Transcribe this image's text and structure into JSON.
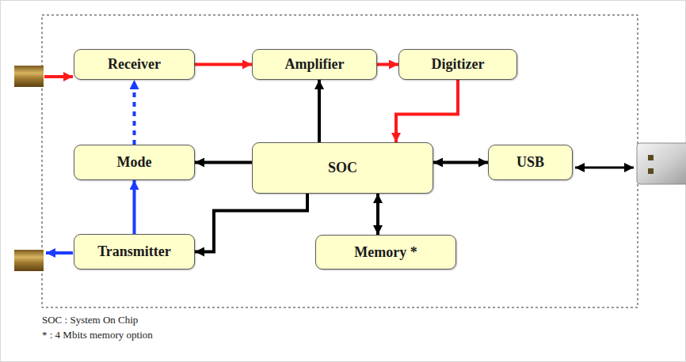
{
  "diagram": {
    "nodes": [
      {
        "text": [
          "Receiver"
        ]
      },
      {
        "text": [
          "Amplifier"
        ]
      },
      {
        "text": [
          "Digitizer"
        ]
      },
      {
        "text": [
          "Mode"
        ]
      },
      {
        "text": [
          "SOC"
        ]
      },
      {
        "text": [
          "USB"
        ]
      },
      {
        "text": [
          "Transmitter"
        ]
      },
      {
        "text": [
          "Memory *"
        ]
      }
    ],
    "edges": [
      {
        "from": 0,
        "to": 1,
        "arrow": "to"
      },
      {
        "from": 1,
        "to": 2,
        "arrow": "to"
      },
      {
        "from": 2,
        "to": 4,
        "arrow": "to"
      },
      {
        "from": 4,
        "to": 1,
        "arrow": "to"
      },
      {
        "from": 4,
        "to": 3,
        "arrow": "to"
      },
      {
        "from": 4,
        "to": 5,
        "arrow": "both"
      },
      {
        "from": 4,
        "to": 7,
        "arrow": "both"
      },
      {
        "from": 4,
        "to": 6,
        "arrow": "to"
      },
      {
        "from": 6,
        "to": 3,
        "arrow": "to"
      },
      {
        "from": 3,
        "to": 0,
        "arrow": "to"
      }
    ],
    "labels": [
      "SOC : System On Chip",
      "* : 4 Mbits memory option"
    ]
  }
}
